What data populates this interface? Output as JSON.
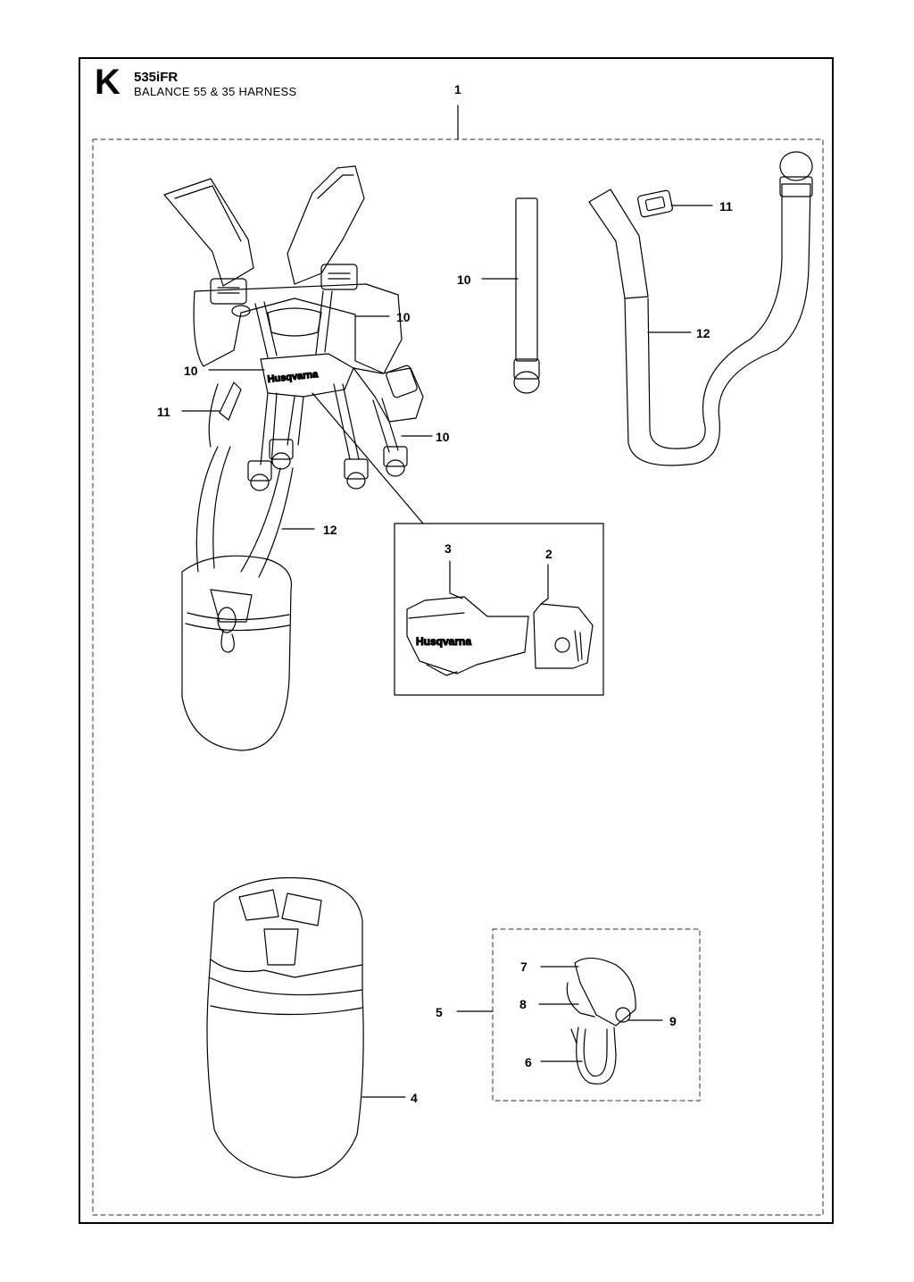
{
  "header": {
    "section_letter": "K",
    "model": "535iFR",
    "title": "BALANCE 55 & 35 HARNESS"
  },
  "brand_text": "Husqvarna",
  "callouts": {
    "c1": "1",
    "c2": "2",
    "c3": "3",
    "c4": "4",
    "c5": "5",
    "c6": "6",
    "c7": "7",
    "c8": "8",
    "c9": "9",
    "c10a": "10",
    "c10b": "10",
    "c10c": "10",
    "c10d": "10",
    "c11a": "11",
    "c11b": "11",
    "c12a": "12",
    "c12b": "12"
  }
}
